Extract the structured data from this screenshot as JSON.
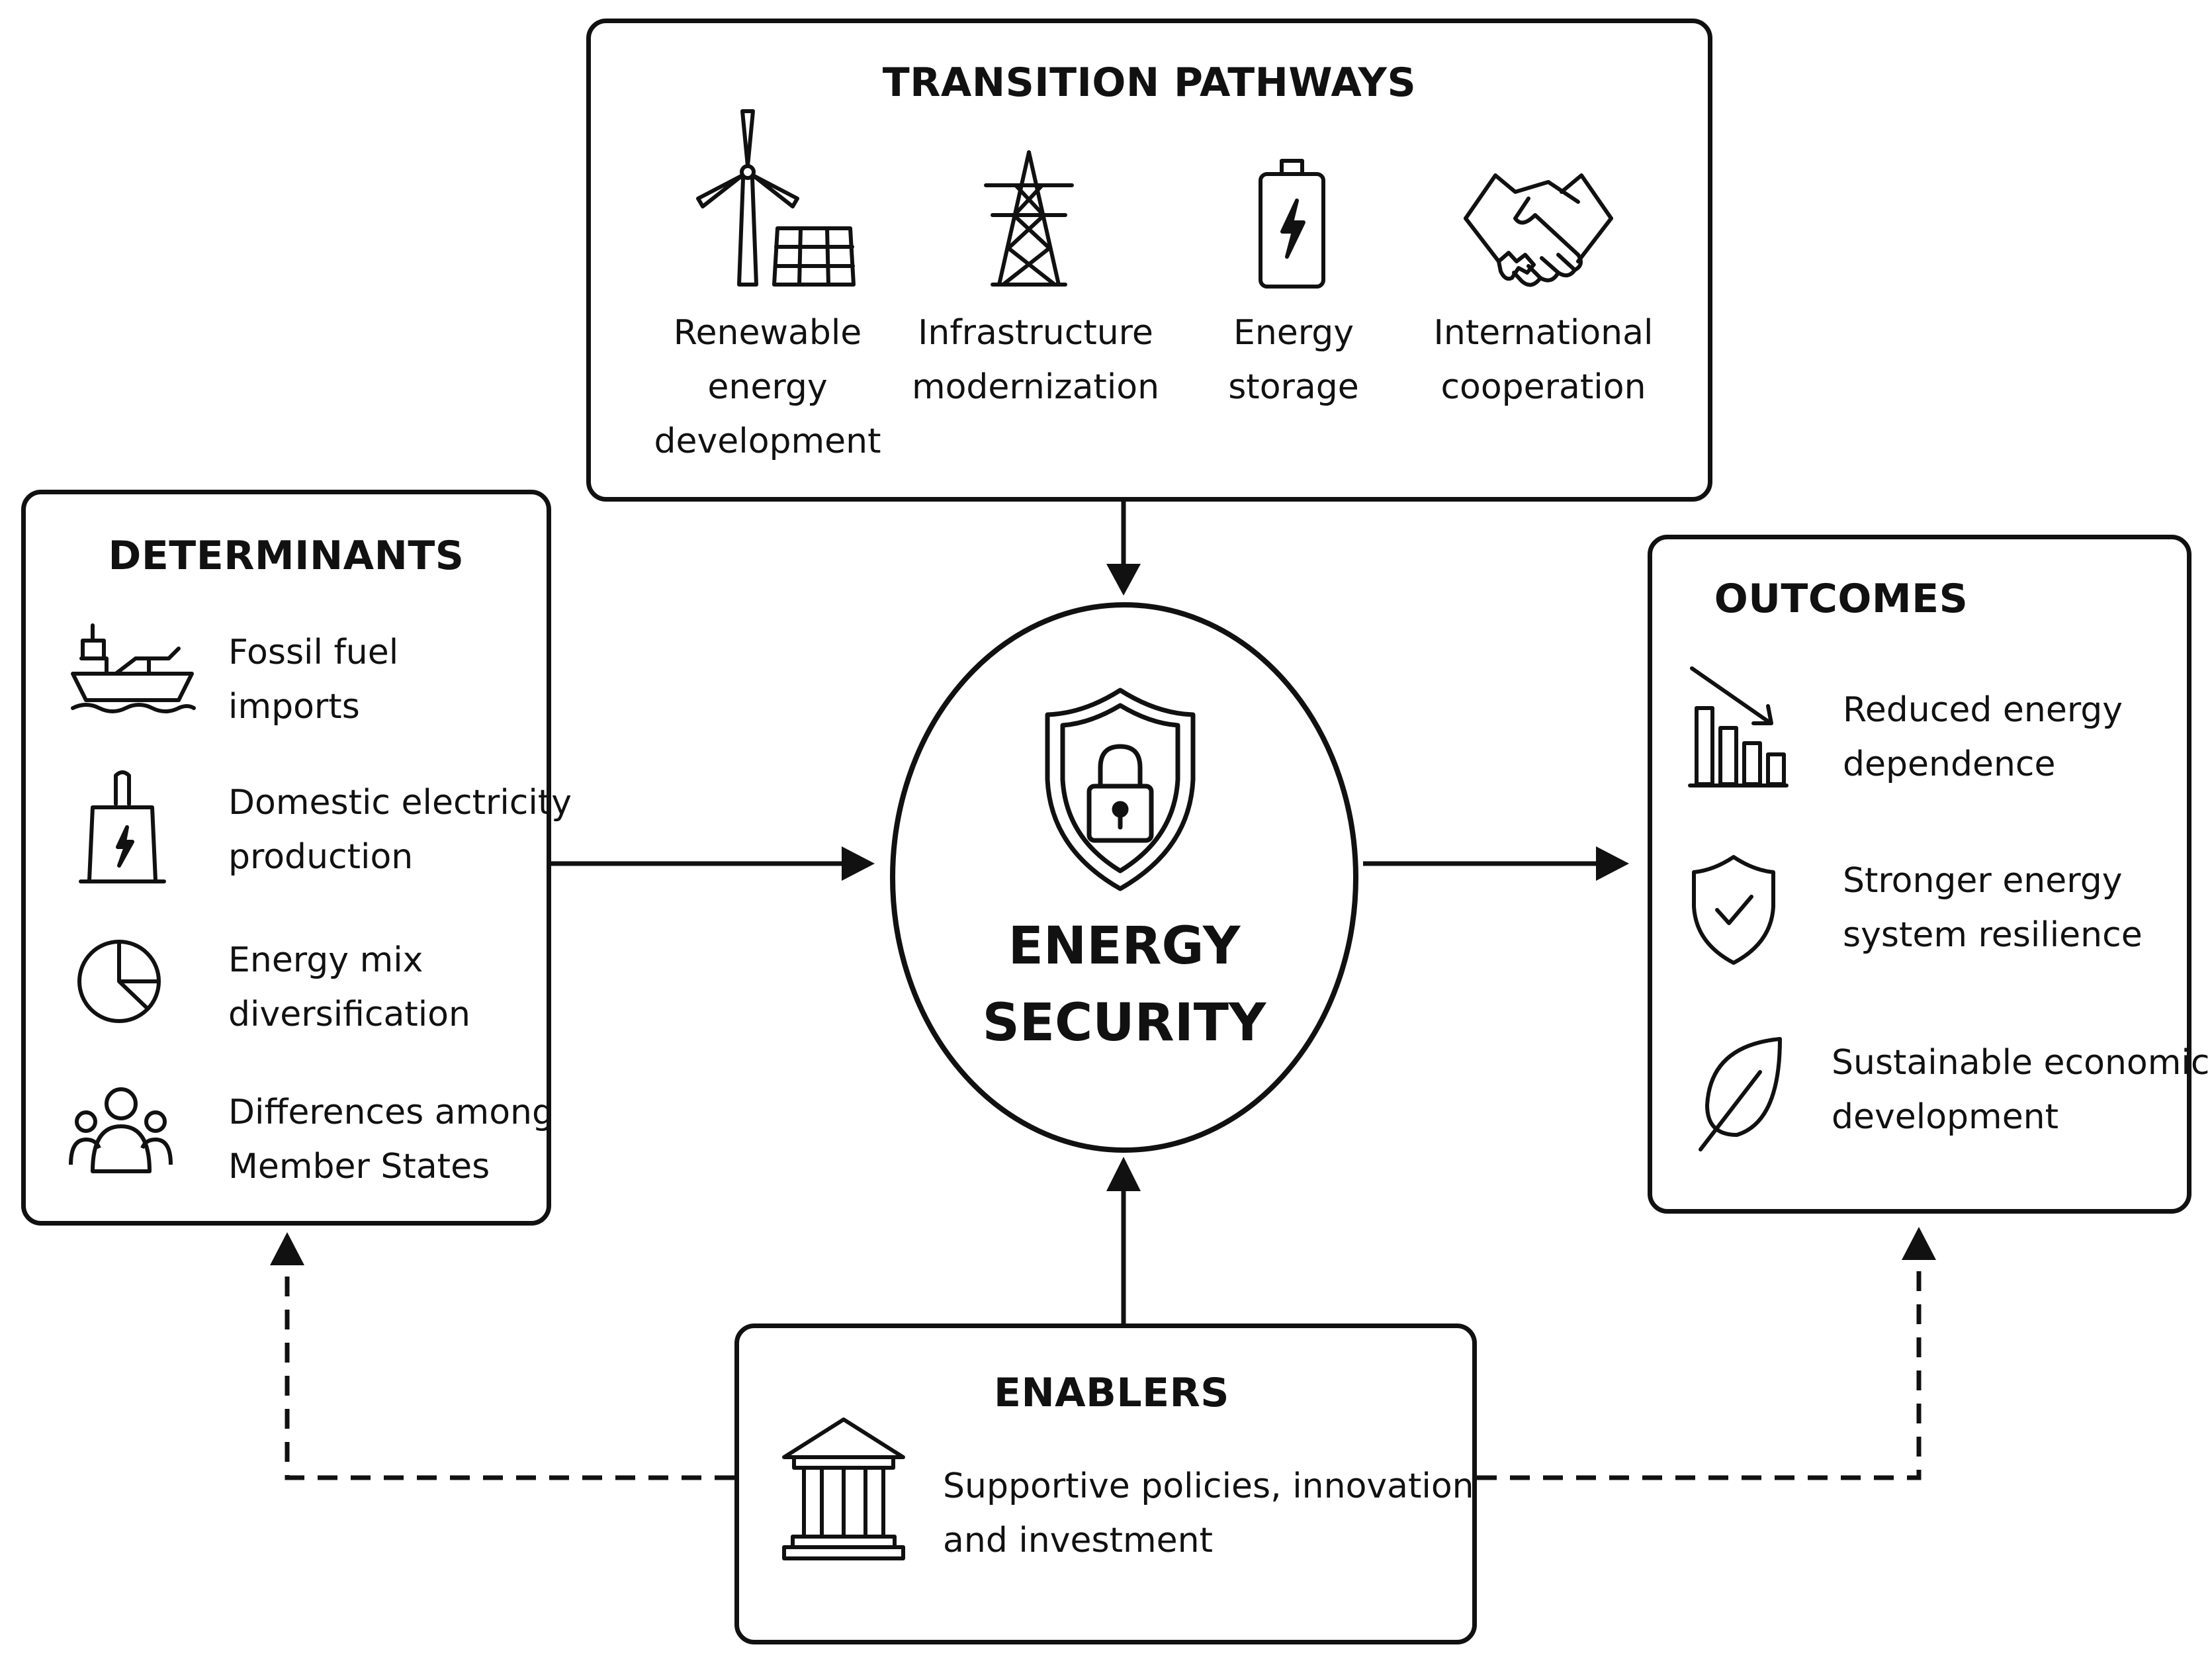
{
  "transition": {
    "title": "TRANSITION PATHWAYS",
    "items": [
      {
        "label": "Renewable\nenergy\ndevelopment",
        "icon": "wind-solar-icon"
      },
      {
        "label": "Infrastructure\nmodernization",
        "icon": "power-pylon-icon"
      },
      {
        "label": "Energy\nstorage",
        "icon": "battery-icon"
      },
      {
        "label": "International\ncooperation",
        "icon": "handshake-icon"
      }
    ]
  },
  "determinants": {
    "title": "DETERMINANTS",
    "items": [
      {
        "label": "Fossil fuel\nimports",
        "icon": "tanker-ship-icon"
      },
      {
        "label": "Domestic electricity\nproduction",
        "icon": "power-plant-icon"
      },
      {
        "label": "Energy mix\ndiversification",
        "icon": "pie-chart-icon"
      },
      {
        "label": "Differences among\nMember States",
        "icon": "people-group-icon"
      }
    ]
  },
  "center": {
    "title": "ENERGY\nSECURITY",
    "icon": "shield-lock-icon"
  },
  "outcomes": {
    "title": "OUTCOMES",
    "items": [
      {
        "label": "Reduced energy\ndependence",
        "icon": "declining-bar-chart-icon"
      },
      {
        "label": "Stronger energy\nsystem resilience",
        "icon": "shield-check-icon"
      },
      {
        "label": "Sustainable economic\ndevelopment",
        "icon": "leaf-icon"
      }
    ]
  },
  "enablers": {
    "title": "ENABLERS",
    "label": "Supportive policies, innovation\nand investment",
    "icon": "government-building-icon"
  }
}
